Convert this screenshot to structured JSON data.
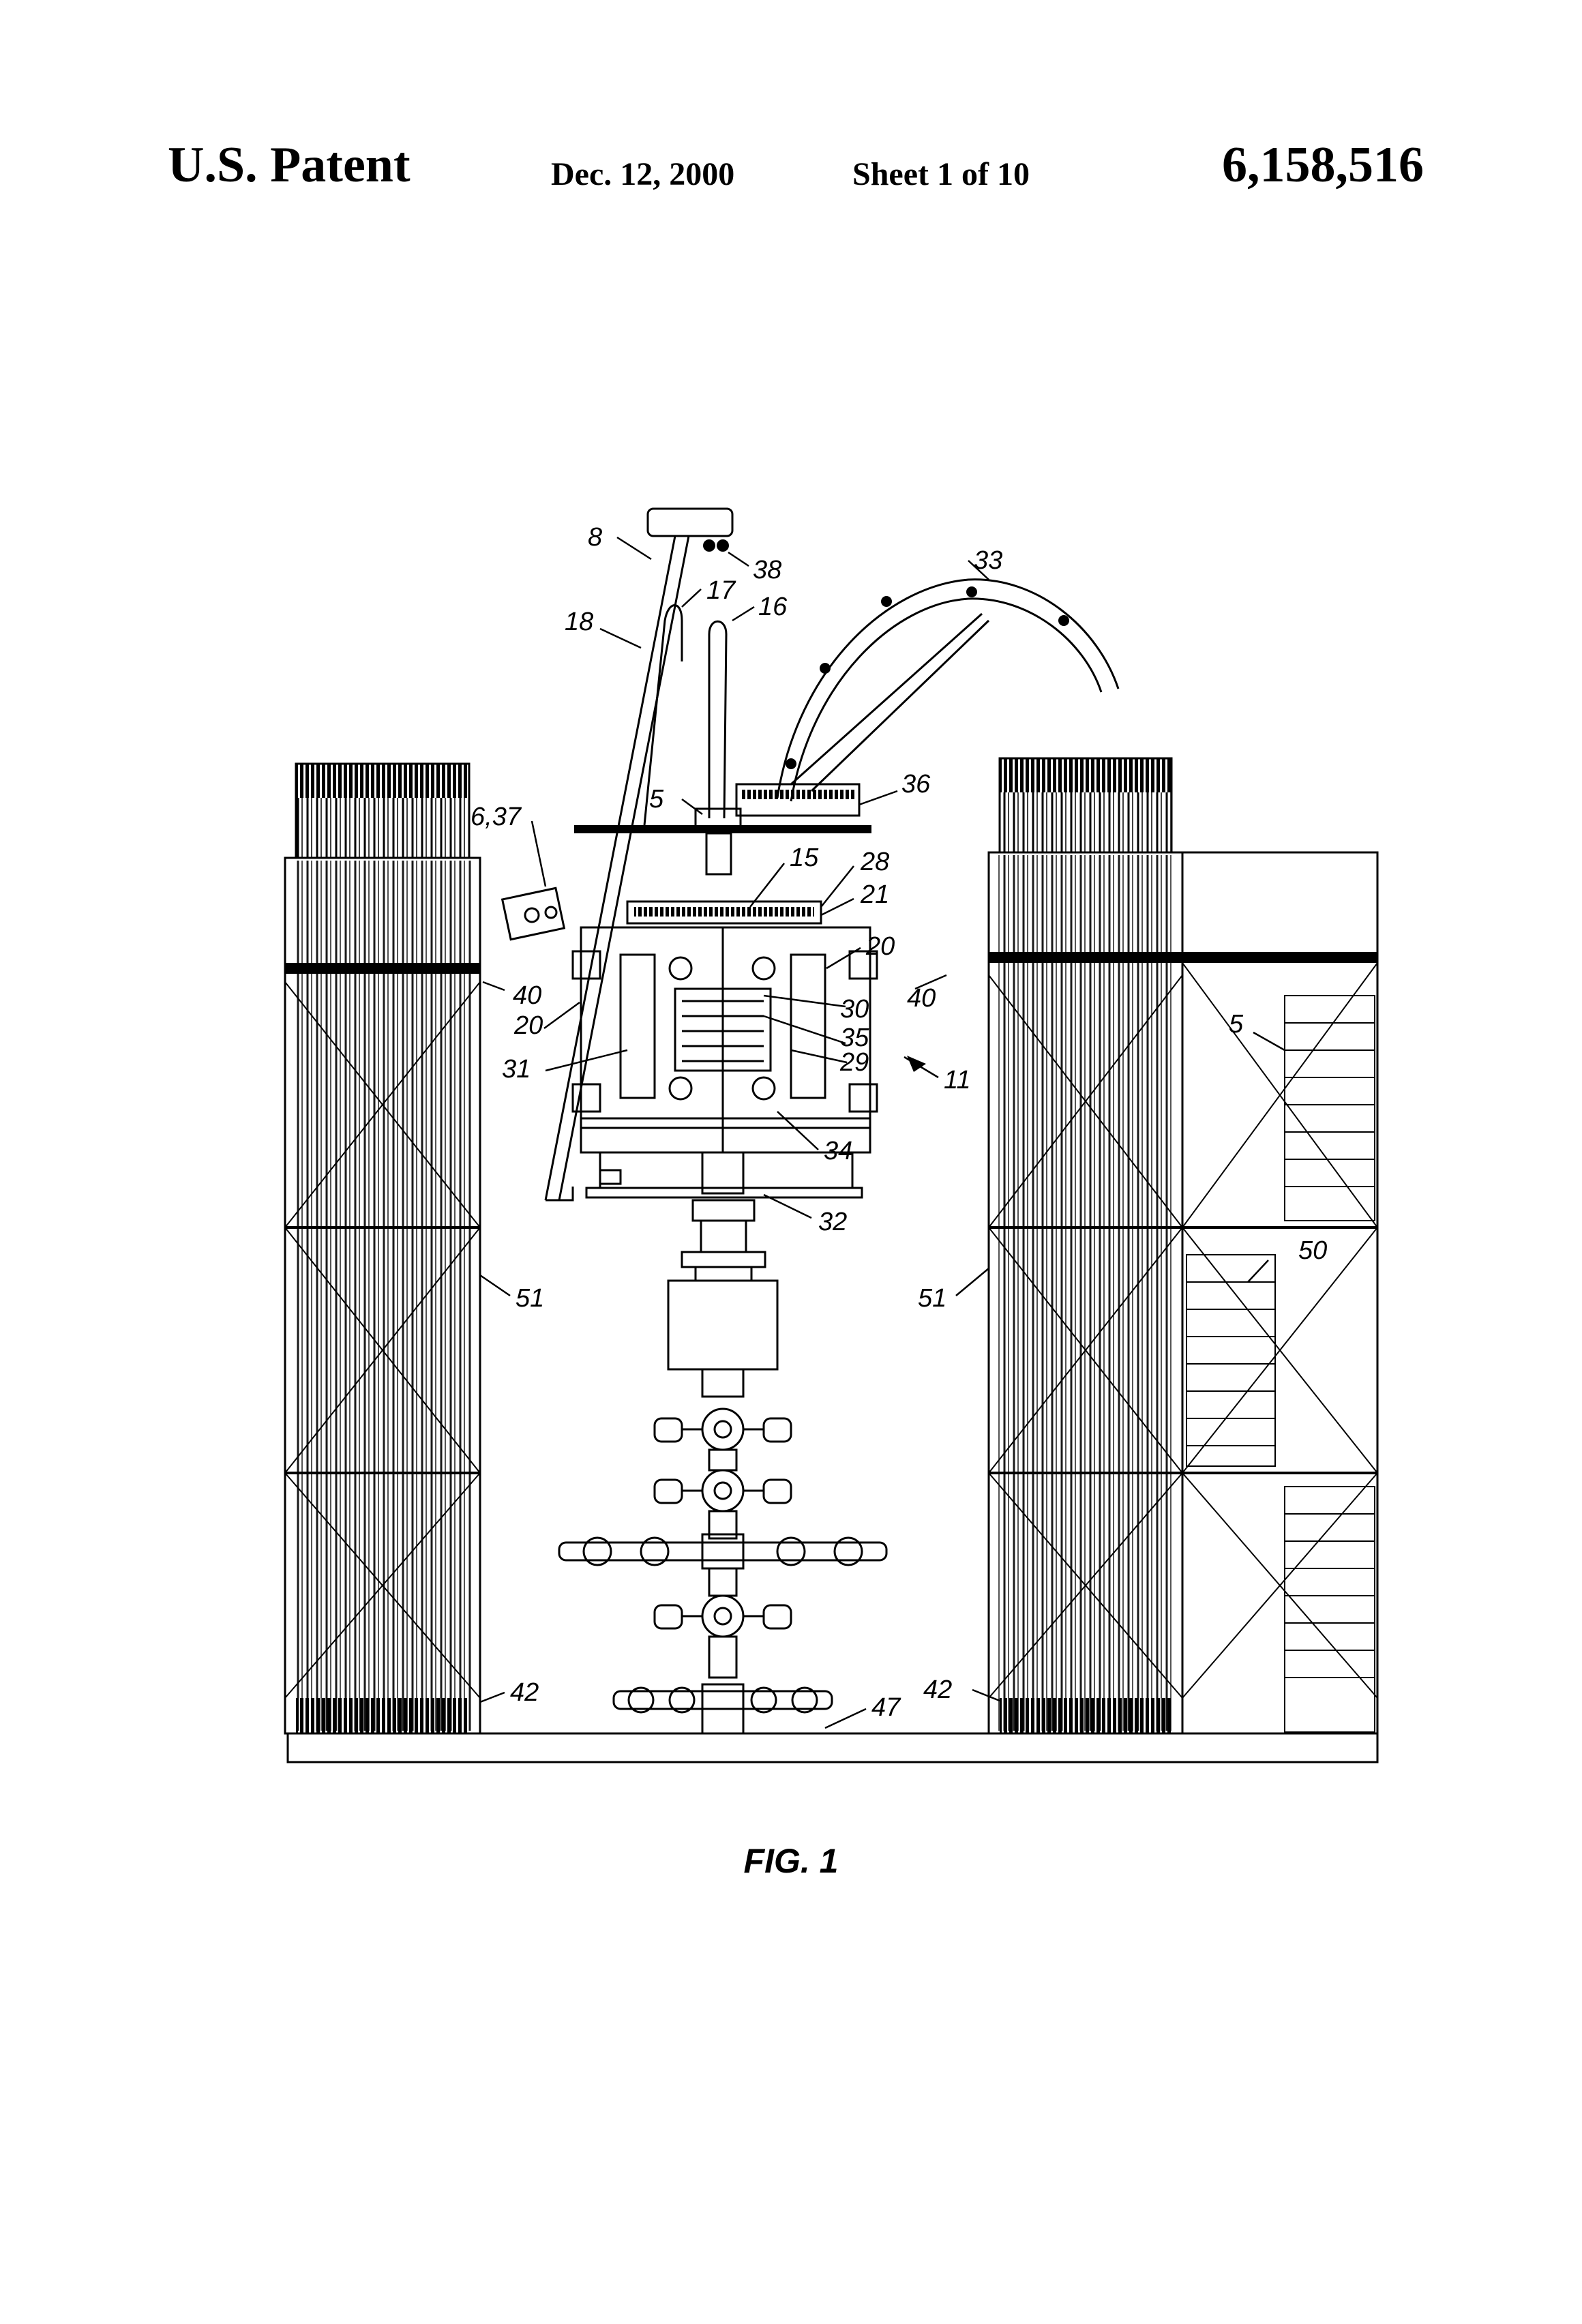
{
  "header": {
    "patent_label": "U.S. Patent",
    "date": "Dec. 12, 2000",
    "sheet": "Sheet 1 of 10",
    "patent_number": "6,158,516"
  },
  "figure": {
    "caption": "FIG. 1",
    "reference_numerals": [
      "8",
      "38",
      "17",
      "16",
      "18",
      "33",
      "5",
      "36",
      "6,37",
      "15",
      "28",
      "21",
      "40",
      "20",
      "20",
      "30",
      "40",
      "5",
      "35",
      "31",
      "29",
      "11",
      "34",
      "32",
      "51",
      "51",
      "50",
      "42",
      "42",
      "47"
    ]
  }
}
